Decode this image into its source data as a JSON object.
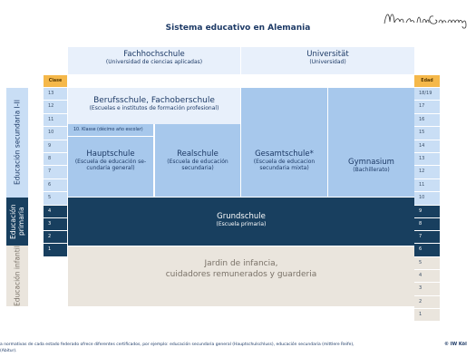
{
  "title": "Sistema educativo en Alemania",
  "signature": "Made in Germany",
  "headers": {
    "clase": "Clase",
    "edad": "Edad"
  },
  "fachhochschule": {
    "name": "Fachhochschule",
    "sub": "(Universidad de ciencias aplicadas)"
  },
  "universitaet": {
    "name": "Universität",
    "sub": "(Universidad)"
  },
  "berufsschule": {
    "name": "Berufsschule, Fachoberschule",
    "sub": "(Escuelas e institutos de formación profesional)"
  },
  "klasse10": "10. Klasse (décimo año escolar)",
  "hauptschule": {
    "name": "Hauptschule",
    "sub1": "(Escuela de educación se-",
    "sub2": "cundaria general)"
  },
  "realschule": {
    "name": "Realschule",
    "sub1": "(Escuela de educación",
    "sub2": "secundaria)"
  },
  "gesamtschule": {
    "name": "Gesamtschule*",
    "sub1": "(Escuela de educacion",
    "sub2": "secundaria mixta)"
  },
  "gymnasium": {
    "name": "Gymnasium",
    "sub": "(Bachillerato)"
  },
  "grundschule": {
    "name": "Grundschule",
    "sub": "(Escuela primaria)"
  },
  "kindergarten": {
    "line1": "Jardin de infancia,",
    "line2": "cuidadores remunerados y guarderia"
  },
  "side_labels": {
    "secundaria": "Educación secundaria I-II",
    "primaria": "Educación primaria",
    "infantil": "Educación infantil"
  },
  "clase_numbers": [
    "13",
    "12",
    "11",
    "10",
    "9",
    "8",
    "7",
    "6",
    "5",
    "4",
    "3",
    "2",
    "1"
  ],
  "edad_numbers": [
    "18/19",
    "17",
    "16",
    "15",
    "14",
    "13",
    "12",
    "11",
    "10",
    "9",
    "8",
    "7",
    "6",
    "5",
    "4",
    "3",
    "2",
    "1"
  ],
  "footnote_line1": "a normativas de cada estado federado ofrece diferentes certificados, por ejemplo: educación secundaria general (Hauptschulschluss), educación secundaria (mittlere Reife),",
  "footnote_line2": "(Abitur).",
  "copyright": "© IW Köl"
}
